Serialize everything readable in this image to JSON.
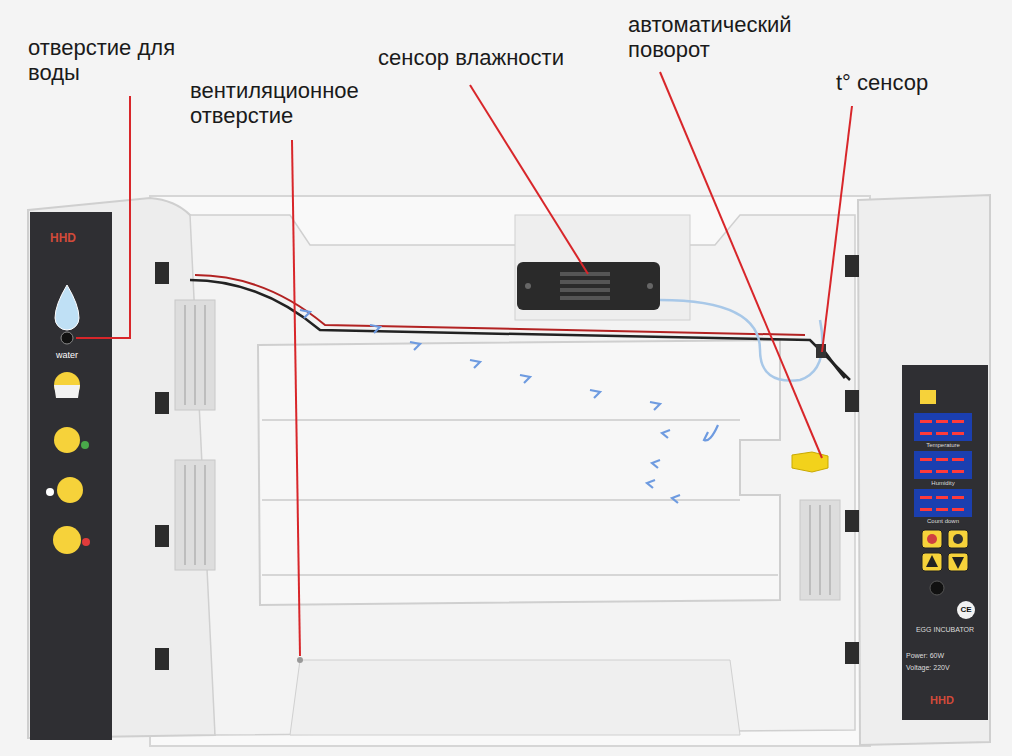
{
  "diagram": {
    "labels": [
      "отверстие для воды",
      "вентиляционное отверстие",
      "сенсор влажности",
      "автоматический поворот",
      "t° сенсор",
      "HHD",
      "water",
      "Temperature",
      "Humidity",
      "Count down",
      "CE",
      "EGG INCUBATOR",
      "Power: 60W",
      "Voltage: 220V",
      "HHD"
    ]
  }
}
